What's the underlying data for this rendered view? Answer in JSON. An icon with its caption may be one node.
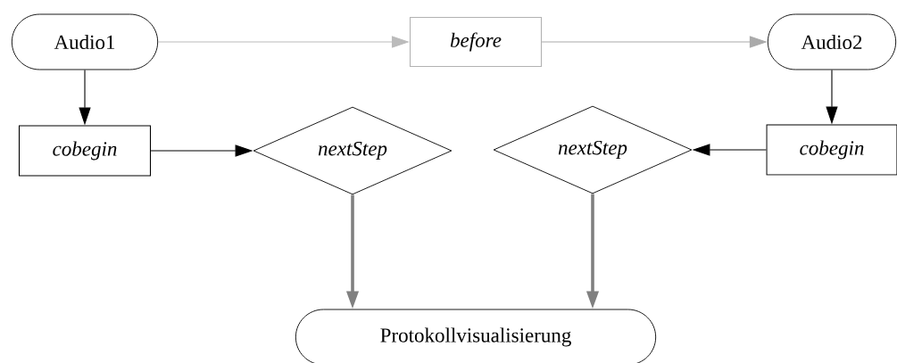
{
  "diagram": {
    "nodes": [
      {
        "text": [
          "Audio1"
        ]
      },
      {
        "text": [
          "*before*"
        ]
      },
      {
        "text": [
          "Audio2"
        ]
      },
      {
        "text": [
          "*cobegin*"
        ]
      },
      {
        "text": [
          "*nextStep*"
        ]
      },
      {
        "text": [
          "*nextStep*"
        ]
      },
      {
        "text": [
          "*cobegin*"
        ]
      },
      {
        "text": [
          "Protokollvisualisierung"
        ]
      }
    ],
    "edges": [
      {
        "from": 0,
        "to": 1,
        "arrow": "to",
        "color": "#bbbbbb"
      },
      {
        "from": 1,
        "to": 2,
        "arrow": "to",
        "color": "#aaaaaa"
      },
      {
        "from": 0,
        "to": 3,
        "arrow": "to"
      },
      {
        "from": 2,
        "to": 6,
        "arrow": "to"
      },
      {
        "from": 3,
        "to": 4,
        "arrow": "to"
      },
      {
        "from": 6,
        "to": 5,
        "arrow": "to"
      },
      {
        "from": 4,
        "to": 7,
        "arrow": "to",
        "style": "thick",
        "color": "#808080"
      },
      {
        "from": 5,
        "to": 7,
        "arrow": "to",
        "style": "thick",
        "color": "#808080"
      }
    ]
  }
}
